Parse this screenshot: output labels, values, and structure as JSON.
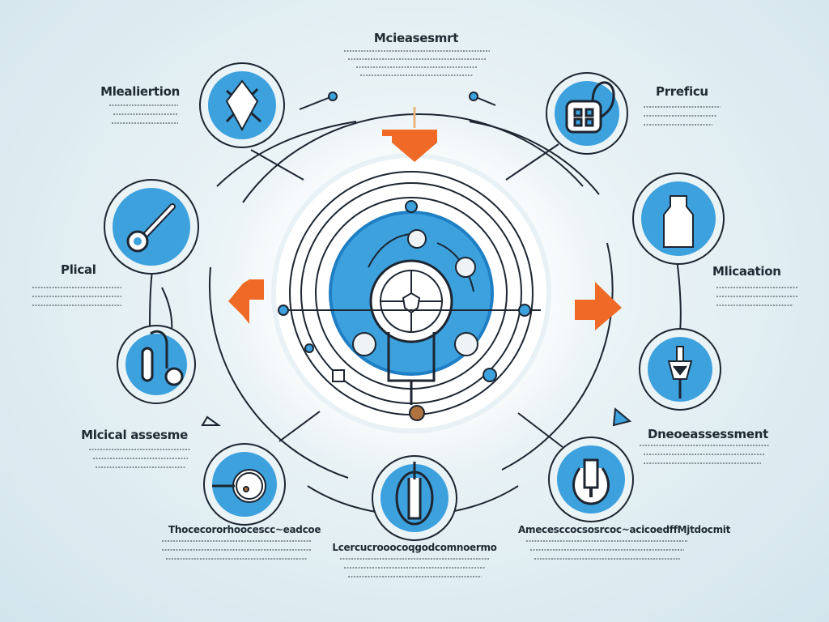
{
  "labels": {
    "top": "Mcieasesmrt",
    "top_left": "Mlealiertion",
    "top_right": "Prreficu",
    "mid_left": "Plical",
    "mid_right": "Mlicaation",
    "lower_left": "Mlcical assesme",
    "lower_right": "Dneoeassessment",
    "bottom_left": "Thocecororhoocescc~eadcoe",
    "bottom_center": "Lcercucrooocoqgodcomnoermo",
    "bottom_right": "Amecesccocsosrcoc~acicoedffMjtdocmit"
  },
  "colors": {
    "blue": "#3da1de",
    "dark_blue": "#1e7fc4",
    "outline": "#1c2530",
    "arrow": "#ef6a26",
    "caption_line": "#4f5962"
  },
  "icons": [
    "compass-icon",
    "wrench-icon",
    "clip-icon",
    "stethoscope-icon",
    "test-tube-icon",
    "medical-kit-icon",
    "bottle-icon",
    "syringe-icon",
    "faucet-icon",
    "shield-icon"
  ]
}
